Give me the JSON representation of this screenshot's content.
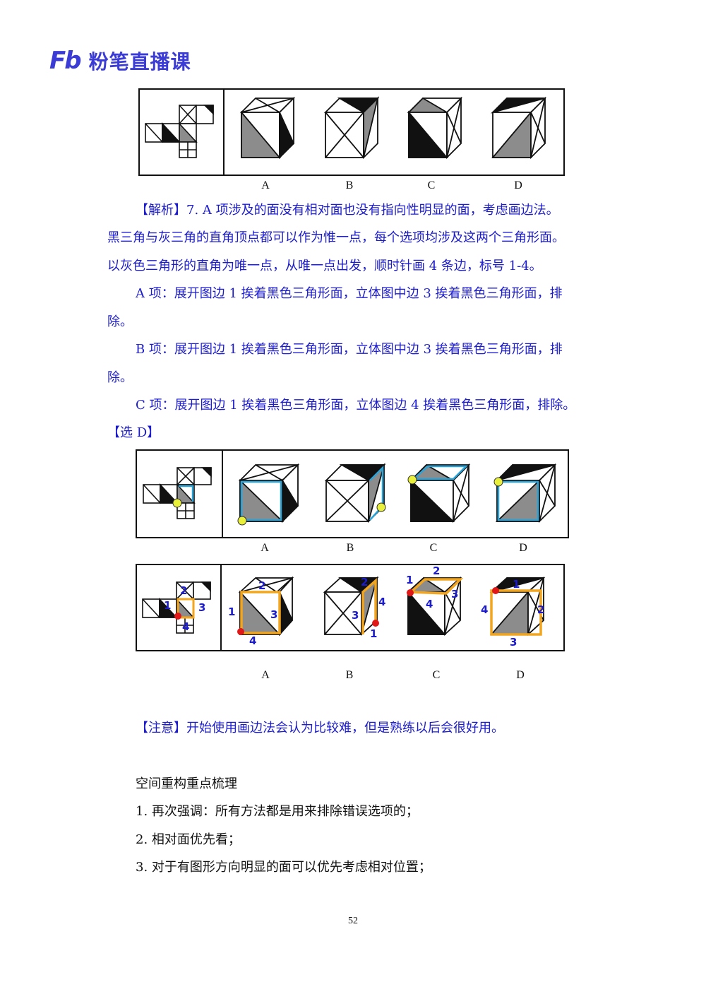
{
  "header": {
    "logo_mark": "Fb",
    "logo_text": "粉笔直播课"
  },
  "figure1": {
    "option_labels": [
      "A",
      "B",
      "C",
      "D"
    ]
  },
  "analysis": {
    "line1": "【解析】7. A 项涉及的面没有相对面也没有指向性明显的面，考虑画边法。",
    "line2": "黑三角与灰三角的直角顶点都可以作为惟一点，每个选项均涉及这两个三角形面。",
    "line3": "以灰色三角形的直角为唯一点，从唯一点出发，顺时针画 4 条边，标号 1-4。",
    "a1": "A 项：展开图边 1 挨着黑色三角形面，立体图中边 3 挨着黑色三角形面，排",
    "a2": "除。",
    "b1": "B 项：展开图边 1 挨着黑色三角形面，立体图中边 3 挨着黑色三角形面，排",
    "b2": "除。",
    "c1": "C 项：展开图边 1 挨着黑色三角形面，立体图边 4 挨着黑色三角形面，排除。",
    "answer": "【选 D】"
  },
  "figure2": {
    "option_labels": [
      "A",
      "B",
      "C",
      "D"
    ]
  },
  "figure3": {
    "option_labels": [
      "A",
      "B",
      "C",
      "D"
    ],
    "net_numbers": [
      "1",
      "2",
      "3",
      "4"
    ],
    "a_numbers": [
      "1",
      "2",
      "3",
      "4"
    ],
    "b_numbers": [
      "1",
      "2",
      "3",
      "4"
    ],
    "c_numbers": [
      "1",
      "2",
      "3",
      "4"
    ],
    "d_numbers": [
      "1",
      "2",
      "3",
      "4"
    ]
  },
  "note": "【注意】开始使用画边法会认为比较难，但是熟练以后会很好用。",
  "summary": {
    "title": "空间重构重点梳理",
    "items": [
      "1. 再次强调：所有方法都是用来排除错误选项的；",
      "2. 相对面优先看；",
      "3. 对于有图形方向明显的面可以优先考虑相对位置；"
    ]
  },
  "page_number": "52",
  "colors": {
    "brand": "#3b3bd6",
    "text_blue": "#1c1ccc",
    "cyan_line": "#2aa3d8",
    "orange_line": "#f2a51f",
    "yellow_dot": "#e8f03a",
    "red_dot": "#e01818",
    "gray_face": "#8c8c8c"
  }
}
